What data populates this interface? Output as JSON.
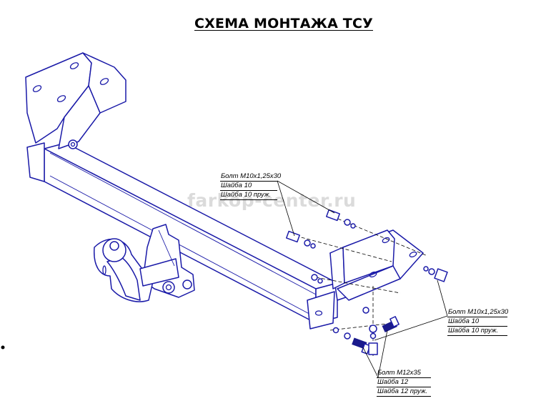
{
  "title": "СХЕМА МОНТАЖА ТСУ",
  "watermark": "farkop-center.ru",
  "callouts": {
    "top": [
      "Болт М10х1,25х30",
      "Шайба 10",
      "Шайба 10 пруж."
    ],
    "right": [
      "Болт М10х1,25х30",
      "Шайба 10",
      "Шайба 10 пруж."
    ],
    "bottom": [
      "Болт М12х35",
      "Шайба 12",
      "Шайба 12 пруж."
    ]
  },
  "colors": {
    "line": "#1a1aa8",
    "hardware": "#1a1a8c",
    "leader": "#000000",
    "watermark": "#cfcfcf"
  }
}
